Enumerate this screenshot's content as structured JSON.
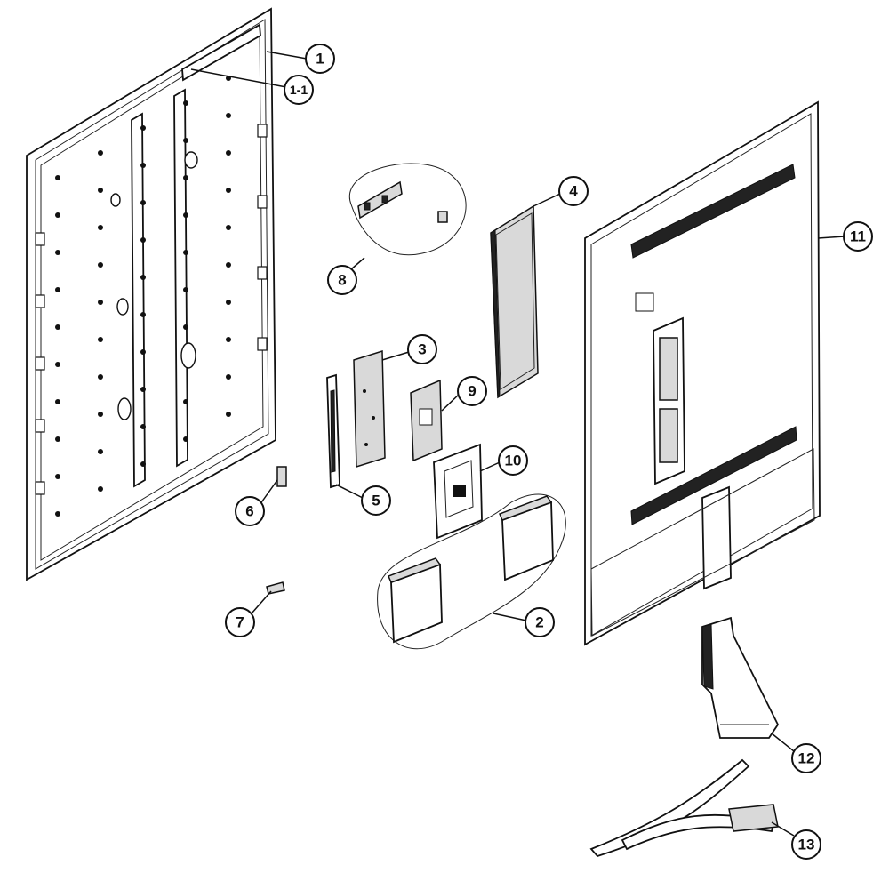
{
  "callouts": [
    {
      "id": "c1",
      "label": "1"
    },
    {
      "id": "c1-1",
      "label": "1-1"
    },
    {
      "id": "c2",
      "label": "2"
    },
    {
      "id": "c3",
      "label": "3"
    },
    {
      "id": "c4",
      "label": "4"
    },
    {
      "id": "c5",
      "label": "5"
    },
    {
      "id": "c6",
      "label": "6"
    },
    {
      "id": "c7",
      "label": "7"
    },
    {
      "id": "c8",
      "label": "8"
    },
    {
      "id": "c9",
      "label": "9"
    },
    {
      "id": "c10",
      "label": "10"
    },
    {
      "id": "c11",
      "label": "11"
    },
    {
      "id": "c12",
      "label": "12"
    },
    {
      "id": "c13",
      "label": "13"
    }
  ]
}
